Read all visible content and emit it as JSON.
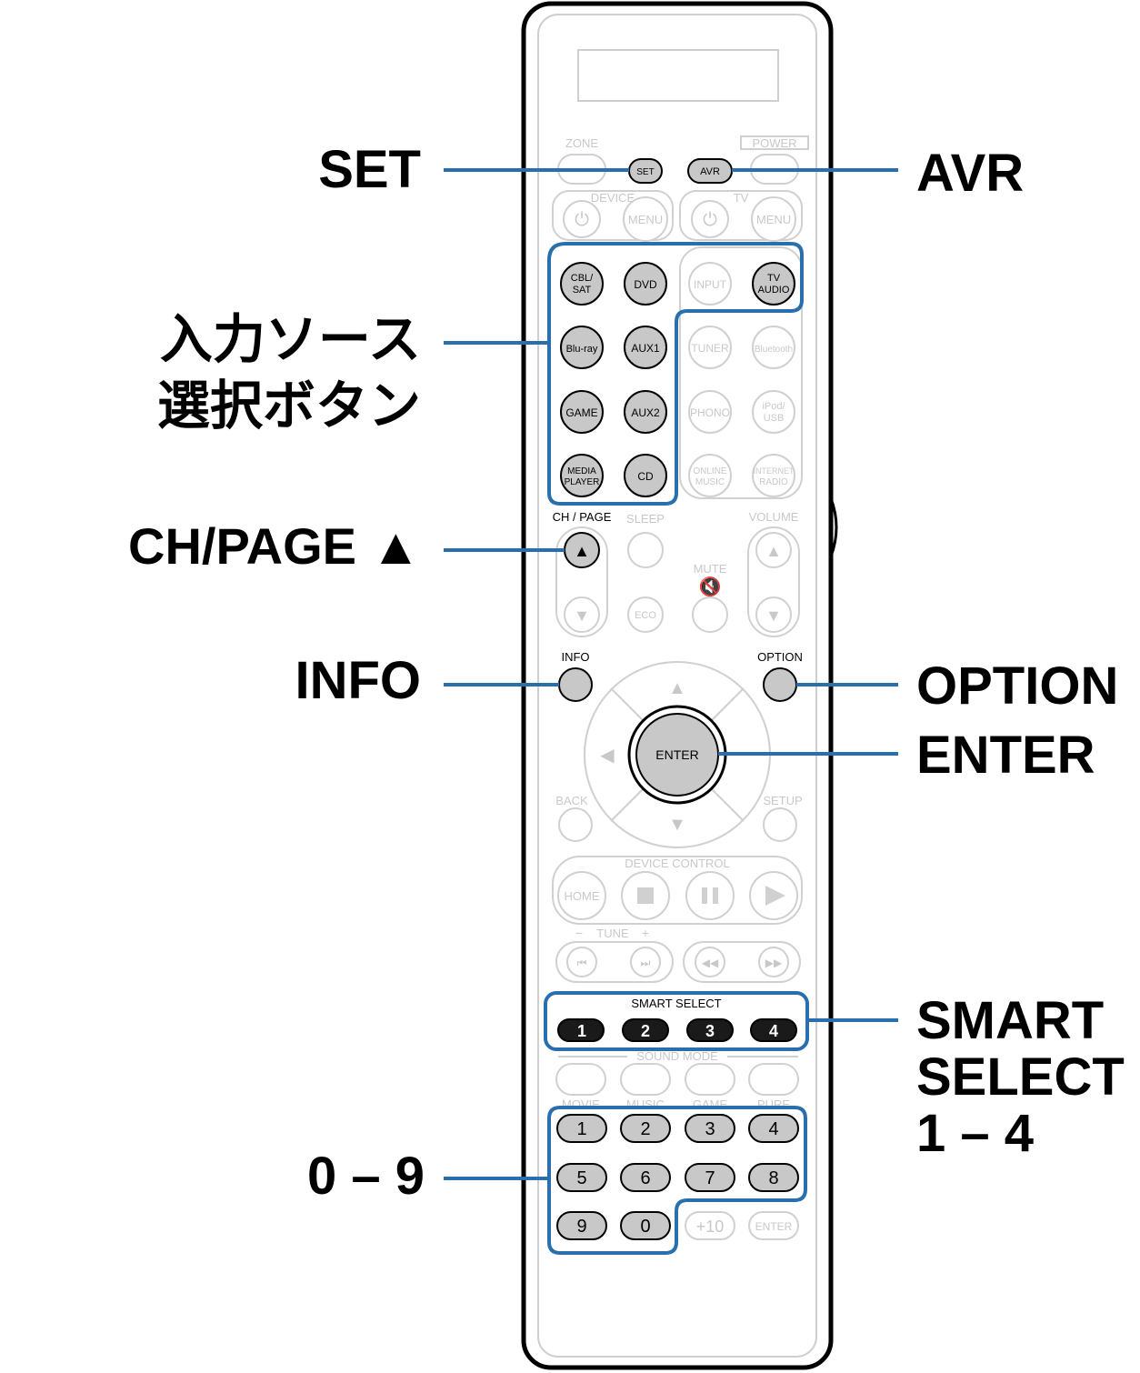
{
  "callouts": {
    "set": "SET",
    "avr": "AVR",
    "input_line1": "入力ソース",
    "input_line2": "選択ボタン",
    "ch_page": "CH/PAGE ▲",
    "info": "INFO",
    "option": "OPTION",
    "enter": "ENTER",
    "smart_line1": "SMART",
    "smart_line2": "SELECT",
    "smart_line3": "1 – 4",
    "digits": "0 – 9"
  },
  "remote": {
    "zone": "ZONE",
    "power": "POWER",
    "set": "SET",
    "avr": "AVR",
    "device": "DEVICE",
    "tv": "TV",
    "menu": "MENU",
    "cbl_sat_1": "CBL/",
    "cbl_sat_2": "SAT",
    "dvd": "DVD",
    "input": "INPUT",
    "tv_audio_1": "TV",
    "tv_audio_2": "AUDIO",
    "bluray": "Blu-ray",
    "aux1": "AUX1",
    "tuner": "TUNER",
    "bluetooth": "Bluetooth",
    "game": "GAME",
    "aux2": "AUX2",
    "phono": "PHONO",
    "ipod_1": "iPod/",
    "ipod_2": "USB",
    "media_1": "MEDIA",
    "media_2": "PLAYER",
    "cd": "CD",
    "online_1": "ONLINE",
    "online_2": "MUSIC",
    "inet_1": "INTERNET",
    "inet_2": "RADIO",
    "ch_page": "CH / PAGE",
    "sleep": "SLEEP",
    "volume": "VOLUME",
    "mute": "MUTE",
    "eco": "ECO",
    "info": "INFO",
    "option": "OPTION",
    "enter": "ENTER",
    "back": "BACK",
    "setup": "SETUP",
    "device_control": "DEVICE CONTROL",
    "home": "HOME",
    "tune_minus": "−",
    "tune": "TUNE",
    "tune_plus": "+",
    "smart_select": "SMART SELECT",
    "smart_1": "1",
    "smart_2": "2",
    "smart_3": "3",
    "smart_4": "4",
    "sound_mode": "SOUND MODE",
    "movie": "MOVIE",
    "music": "MUSIC",
    "game_mode": "GAME",
    "pure": "PURE",
    "num_1": "1",
    "num_2": "2",
    "num_3": "3",
    "num_4": "4",
    "num_5": "5",
    "num_6": "6",
    "num_7": "7",
    "num_8": "8",
    "num_9": "9",
    "num_0": "0",
    "plus10": "+10",
    "enter_small": "ENTER"
  },
  "colors": {
    "highlight": "#2a6fad",
    "button_gray": "#c8c8c8",
    "button_dark": "#1a1a1a"
  }
}
